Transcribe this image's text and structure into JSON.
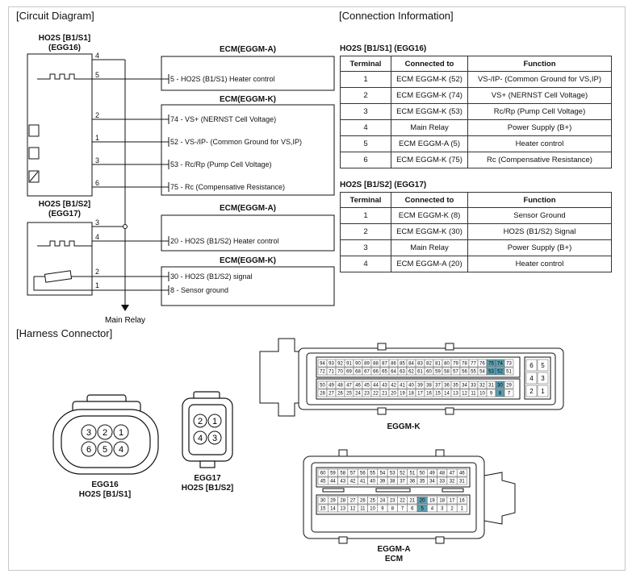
{
  "headings": {
    "circuit": "[Circuit Diagram]",
    "connection": "[Connection Information]",
    "harness": "[Harness Connector]"
  },
  "circuit": {
    "sensor1_name": "HO2S [B1/S1]",
    "sensor1_code": "(EGG16)",
    "sensor2_name": "HO2S [B1/S2]",
    "sensor2_code": "(EGG17)",
    "ecm_a": "ECM(EGGM-A)",
    "ecm_k": "ECM(EGGM-K)",
    "main_relay": "Main Relay",
    "s1_pins": [
      "4",
      "5",
      "2",
      "1",
      "3",
      "6"
    ],
    "s2_pins": [
      "3",
      "4",
      "2",
      "1"
    ],
    "ecm_lines": [
      "5 - HO2S (B1/S1) Heater control",
      "74 - VS+ (NERNST Cell Voltage)",
      "52 - VS-/IP- (Common Ground for VS,IP)",
      "53 - Rc/Rp (Pump Cell Voltage)",
      "75 - Rc (Compensative Resistance)",
      "20 - HO2S (B1/S2) Heater control",
      "30 - HO2S (B1/S2) signal",
      "8 - Sensor ground"
    ]
  },
  "tables": {
    "headers": [
      "Terminal",
      "Connected to",
      "Function"
    ],
    "t1_title": "HO2S [B1/S1] (EGG16)",
    "t1_rows": [
      [
        "1",
        "ECM EGGM-K (52)",
        "VS-/IP- (Common Ground for VS,IP)"
      ],
      [
        "2",
        "ECM EGGM-K (74)",
        "VS+ (NERNST Cell Voltage)"
      ],
      [
        "3",
        "ECM EGGM-K (53)",
        "Rc/Rp (Pump Cell Voltage)"
      ],
      [
        "4",
        "Main Relay",
        "Power Supply (B+)"
      ],
      [
        "5",
        "ECM EGGM-A (5)",
        "Heater control"
      ],
      [
        "6",
        "ECM EGGM-K (75)",
        "Rc (Compensative Resistance)"
      ]
    ],
    "t2_title": "HO2S [B1/S2] (EGG17)",
    "t2_rows": [
      [
        "1",
        "ECM EGGM-K (8)",
        "Sensor Ground"
      ],
      [
        "2",
        "ECM EGGM-K (30)",
        "HO2S (B1/S2) Signal"
      ],
      [
        "3",
        "Main Relay",
        "Power Supply (B+)"
      ],
      [
        "4",
        "ECM EGGM-A (20)",
        "Heater control"
      ]
    ]
  },
  "harness": {
    "egg16_code": "EGG16",
    "egg16_name": "HO2S [B1/S1]",
    "egg16_pins": [
      "3",
      "2",
      "1",
      "6",
      "5",
      "4"
    ],
    "egg17_code": "EGG17",
    "egg17_name": "HO2S [B1/S2]",
    "egg17_pins": [
      "2",
      "1",
      "4",
      "3"
    ],
    "eggm_k_label": "EGGM-K",
    "eggm_a_label": "EGGM-A",
    "ecm_label": "ECM",
    "k_side_pins": [
      "6",
      "5",
      "4",
      "3",
      "2",
      "1"
    ],
    "highlight_k": [
      74,
      75,
      52,
      53,
      30,
      8
    ],
    "highlight_a": [
      20,
      5
    ],
    "highlight_color": "#5b9fb0"
  }
}
